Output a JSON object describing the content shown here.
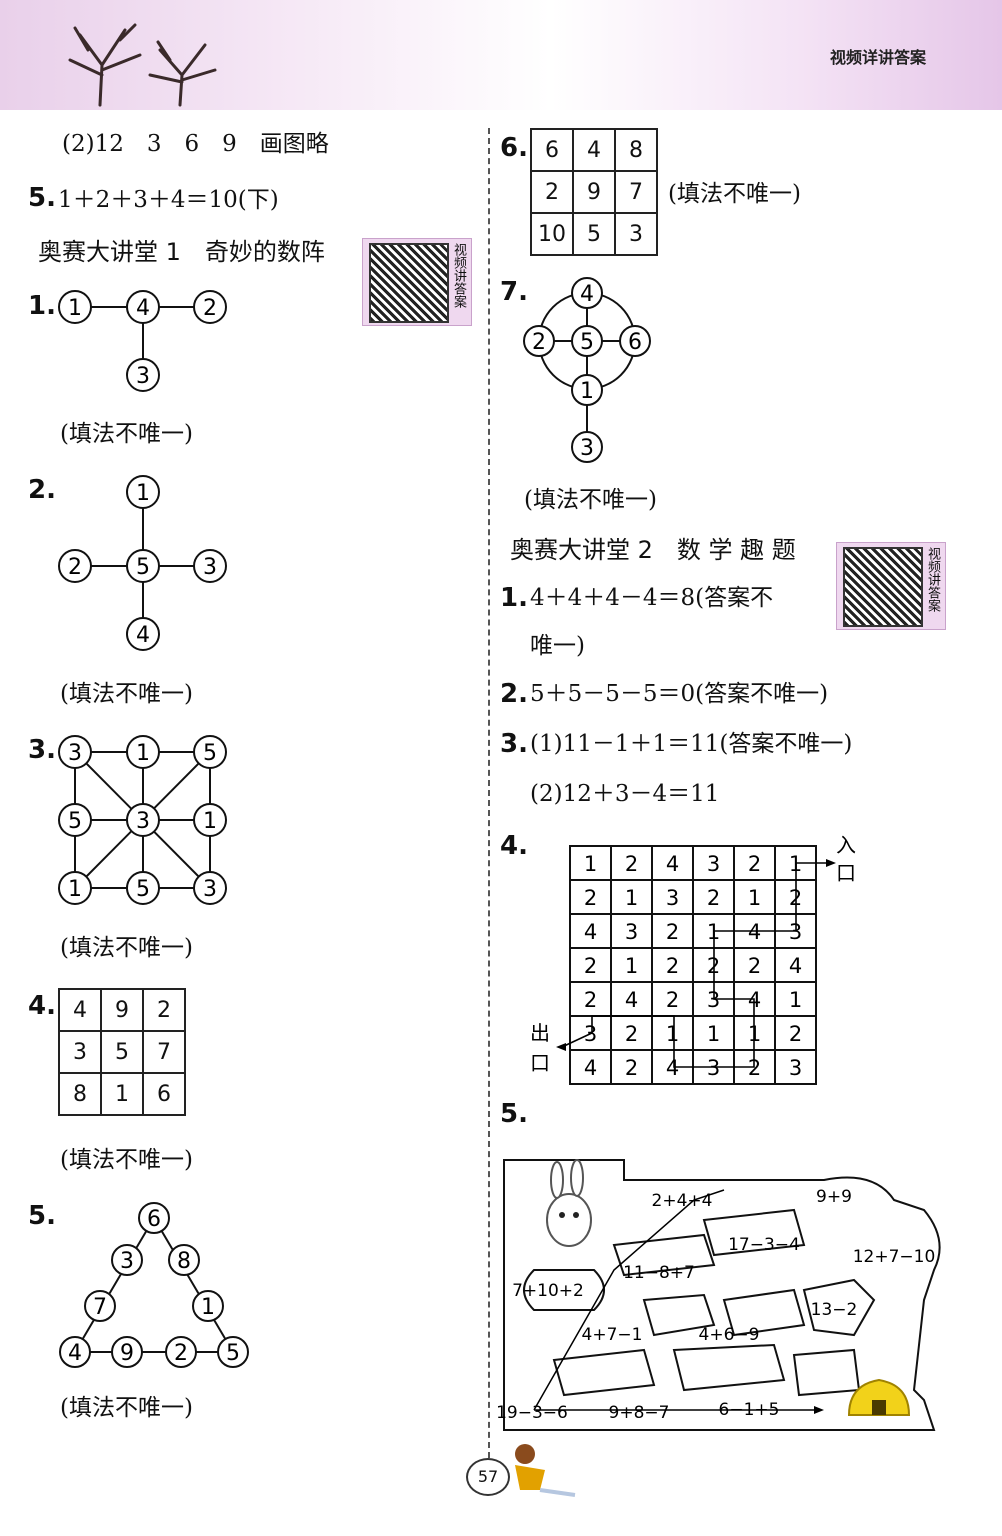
{
  "header": {
    "tag": "视频详讲答案"
  },
  "left": {
    "l1": "(2)12　3　6　9　画图略",
    "q5_num": "5.",
    "q5_text": "1＋2＋3＋4＝10(下)",
    "section1_title": "奥赛大讲堂 1　奇妙的数阵",
    "qr_label": "视频讲答案",
    "n1": "1.",
    "n2": "2.",
    "n3": "3.",
    "n4": "4.",
    "n5": "5.",
    "note": "(填法不唯一)",
    "d1": [
      "1",
      "4",
      "2",
      "3"
    ],
    "d2": [
      "1",
      "2",
      "5",
      "3",
      "4"
    ],
    "d3": [
      "3",
      "1",
      "5",
      "5",
      "3",
      "1",
      "1",
      "5",
      "3"
    ],
    "d4": [
      [
        "4",
        "9",
        "2"
      ],
      [
        "3",
        "5",
        "7"
      ],
      [
        "8",
        "1",
        "6"
      ]
    ],
    "d5": [
      "6",
      "3",
      "8",
      "7",
      "1",
      "4",
      "9",
      "2",
      "5"
    ]
  },
  "right": {
    "n6": "6.",
    "d6": [
      [
        "6",
        "4",
        "8"
      ],
      [
        "2",
        "9",
        "7"
      ],
      [
        "10",
        "5",
        "3"
      ]
    ],
    "n7": "7.",
    "d7": [
      "4",
      "2",
      "5",
      "6",
      "1",
      "3"
    ],
    "note": "(填法不唯一)",
    "section2_title": "奥赛大讲堂 2　数 学 趣 题",
    "qr_label": "视频讲答案",
    "a1_num": "1.",
    "a1_text": "4＋4＋4－4＝8(答案不",
    "a1_cont": "唯一)",
    "a2_num": "2.",
    "a2_text": "5＋5－5－5＝0(答案不唯一)",
    "a3_num": "3.",
    "a3_text": "(1)11－1＋1＝11(答案不唯一)",
    "a3_2": "(2)12＋3－4＝11",
    "a4_num": "4.",
    "entry": [
      "入",
      "口"
    ],
    "exit": [
      "出",
      "口"
    ],
    "maze": [
      [
        "1",
        "2",
        "4",
        "3",
        "2",
        "1"
      ],
      [
        "2",
        "1",
        "3",
        "2",
        "1",
        "2"
      ],
      [
        "4",
        "3",
        "2",
        "1",
        "4",
        "3"
      ],
      [
        "2",
        "1",
        "2",
        "2",
        "2",
        "4"
      ],
      [
        "2",
        "4",
        "2",
        "3",
        "4",
        "1"
      ],
      [
        "3",
        "2",
        "1",
        "1",
        "1",
        "2"
      ],
      [
        "4",
        "2",
        "4",
        "3",
        "2",
        "3"
      ]
    ],
    "a5_num": "5.",
    "exprs": [
      "2+4+4",
      "9+9",
      "17−3−4",
      "12+7−10",
      "11−8+7",
      "7+10+2",
      "13−2",
      "4+7−1",
      "4+6−9",
      "19−3−6",
      "9+8−7",
      "6−1+5"
    ]
  },
  "footer": {
    "page": "57"
  }
}
